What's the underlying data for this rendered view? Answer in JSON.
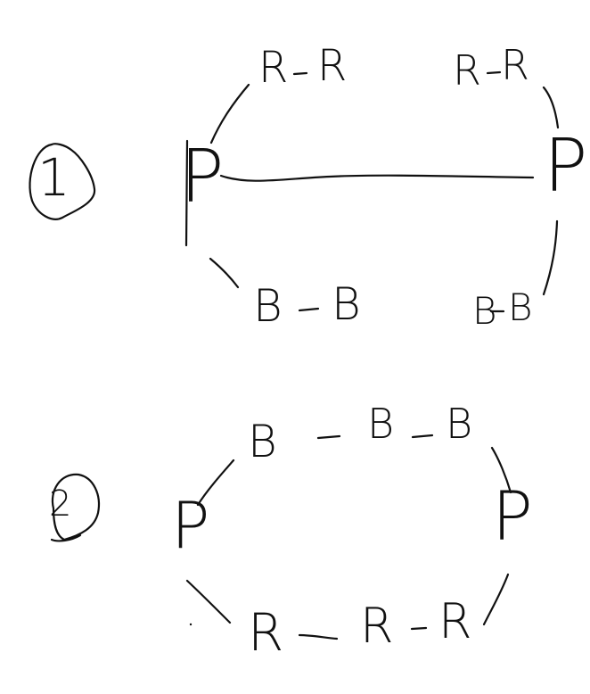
{
  "diagram": {
    "type": "hand-drawn structure sketch",
    "background": "#ffffff",
    "ink_color": "#111111",
    "structures": [
      {
        "label": "1",
        "nodes": {
          "p_left": "P",
          "p_right": "P",
          "rr_left": "R-R",
          "rr_right": "R-R",
          "bb_left": "B - B",
          "bb_right": "B-B"
        },
        "edges": [
          [
            "P(left)",
            "R-R(left)"
          ],
          [
            "P(left)",
            "B-B(left)"
          ],
          [
            "P(left)",
            "P(right)"
          ],
          [
            "R-R(right)",
            "P(right)"
          ],
          [
            "P(right)",
            "B-B(right)"
          ]
        ]
      },
      {
        "label": "2",
        "nodes": {
          "p_left": "P",
          "p_right": "P",
          "b_chain": [
            "B",
            "B",
            "B"
          ],
          "r_chain": [
            "R",
            "R",
            "R"
          ]
        },
        "edges": [
          [
            "P(left)",
            "B"
          ],
          [
            "B",
            "B"
          ],
          [
            "B",
            "B"
          ],
          [
            "B",
            "P(right)"
          ],
          [
            "P(right)",
            "R"
          ],
          [
            "R",
            "R"
          ],
          [
            "R",
            "R"
          ],
          [
            "R",
            "P(left)"
          ]
        ]
      }
    ]
  },
  "labels": {
    "s1_number": "1",
    "s1_p_left": "P",
    "s1_p_right": "P",
    "s1_rr_left_a": "R",
    "s1_rr_left_b": "R",
    "s1_rr_right_a": "R",
    "s1_rr_right_b": "R",
    "s1_bb_left_a": "B",
    "s1_bb_left_b": "B",
    "s1_bb_right_a": "B",
    "s1_bb_right_b": "B",
    "s2_number": "2",
    "s2_p_left": "P",
    "s2_p_right": "P",
    "s2_b1": "B",
    "s2_b2": "B",
    "s2_b3": "B",
    "s2_r1": "R",
    "s2_r2": "R",
    "s2_r3": "R"
  }
}
